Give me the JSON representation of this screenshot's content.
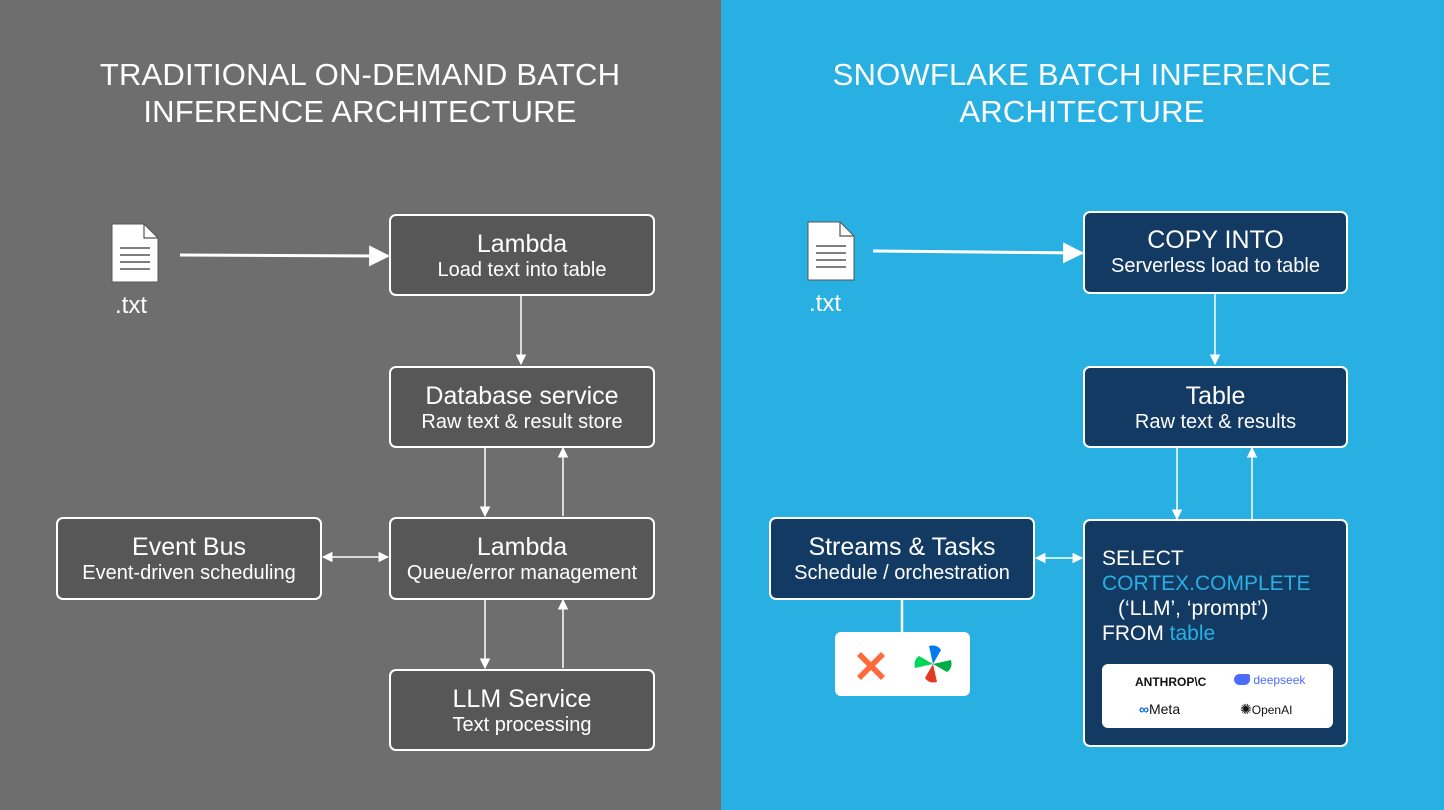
{
  "left": {
    "title_line1": "TRADITIONAL ON-DEMAND BATCH",
    "title_line2": "INFERENCE ARCHITECTURE",
    "file_label": ".txt",
    "lambda_load": {
      "title": "Lambda",
      "subtitle": "Load text into table"
    },
    "database": {
      "title": "Database service",
      "subtitle": "Raw text & result store"
    },
    "event_bus": {
      "title": "Event Bus",
      "subtitle": "Event-driven scheduling"
    },
    "lambda_queue": {
      "title": "Lambda",
      "subtitle": "Queue/error management"
    },
    "llm_service": {
      "title": "LLM Service",
      "subtitle": "Text processing"
    }
  },
  "right": {
    "title_line1": "SNOWFLAKE BATCH INFERENCE",
    "title_line2": "ARCHITECTURE",
    "file_label": ".txt",
    "copy_into": {
      "title": "COPY INTO",
      "subtitle": "Serverless load to table"
    },
    "table": {
      "title": "Table",
      "subtitle": "Raw text & results"
    },
    "streams": {
      "title": "Streams & Tasks",
      "subtitle": "Schedule / orchestration"
    },
    "sql": {
      "line1": "SELECT",
      "line2": "CORTEX.COMPLETE",
      "line3": "(‘LLM’, ‘prompt’)",
      "line4_kw": "FROM",
      "line4_tbl": "table"
    },
    "providers": {
      "anthropic": "ANTHROP\\C",
      "deepseek": "deepseek",
      "meta": "Meta",
      "openai": "OpenAI"
    }
  },
  "colors": {
    "left_bg": "#6e6e6e",
    "right_bg": "#29b0e3",
    "grey_box": "#575757",
    "navy_box": "#133a63",
    "accent": "#29b0e3"
  }
}
